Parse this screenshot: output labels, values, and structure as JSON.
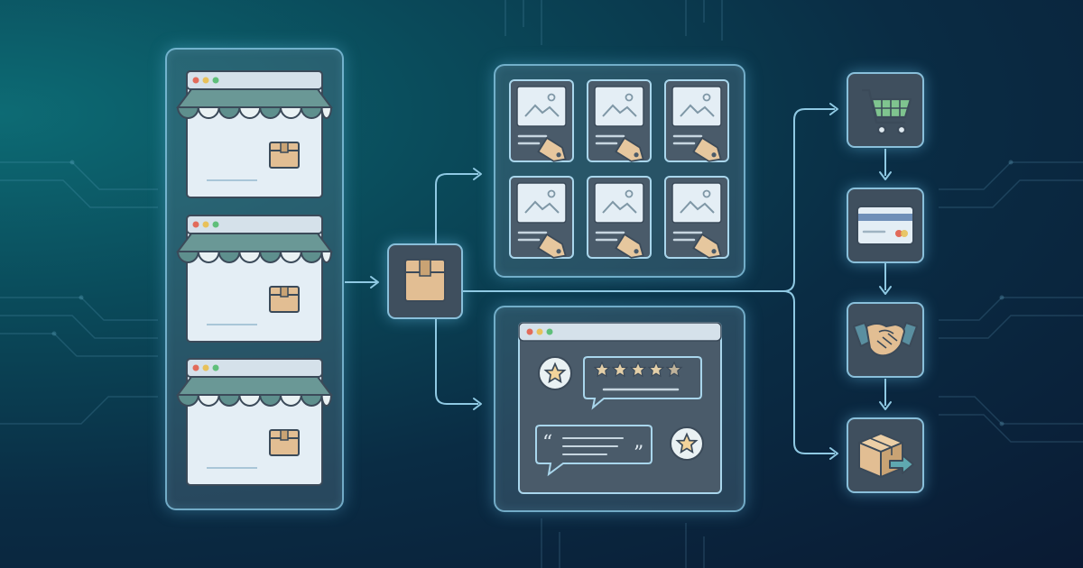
{
  "diagram": {
    "stores": [
      {
        "id": "store-1",
        "icon": "storefront-icon"
      },
      {
        "id": "store-2",
        "icon": "storefront-icon"
      },
      {
        "id": "store-3",
        "icon": "storefront-icon"
      }
    ],
    "hub": {
      "icon": "package-icon"
    },
    "catalog": {
      "card_count": 6,
      "card_icon": "image-placeholder-icon",
      "tag_icon": "price-tag-icon"
    },
    "reviews": {
      "rating_stars": 5,
      "icons": [
        "star-icon",
        "quote-icon",
        "chat-bubble-icon"
      ]
    },
    "steps": [
      {
        "id": "cart",
        "icon": "shopping-cart-icon"
      },
      {
        "id": "payment",
        "icon": "credit-card-icon"
      },
      {
        "id": "agreement",
        "icon": "handshake-icon"
      },
      {
        "id": "delivery",
        "icon": "package-shipping-icon"
      }
    ]
  },
  "colors": {
    "background_start": "#0d6b74",
    "background_end": "#0a1a33",
    "glow": "#8fd3f0",
    "awning_dark": "#5e8f8d",
    "awning_light": "#e9f1f3",
    "package": "#e2be93",
    "star": "#f2d39a",
    "cart_basket": "#7fc48f",
    "window_red": "#e26b5a",
    "window_yellow": "#e8c15a",
    "window_green": "#5fbf7a"
  }
}
